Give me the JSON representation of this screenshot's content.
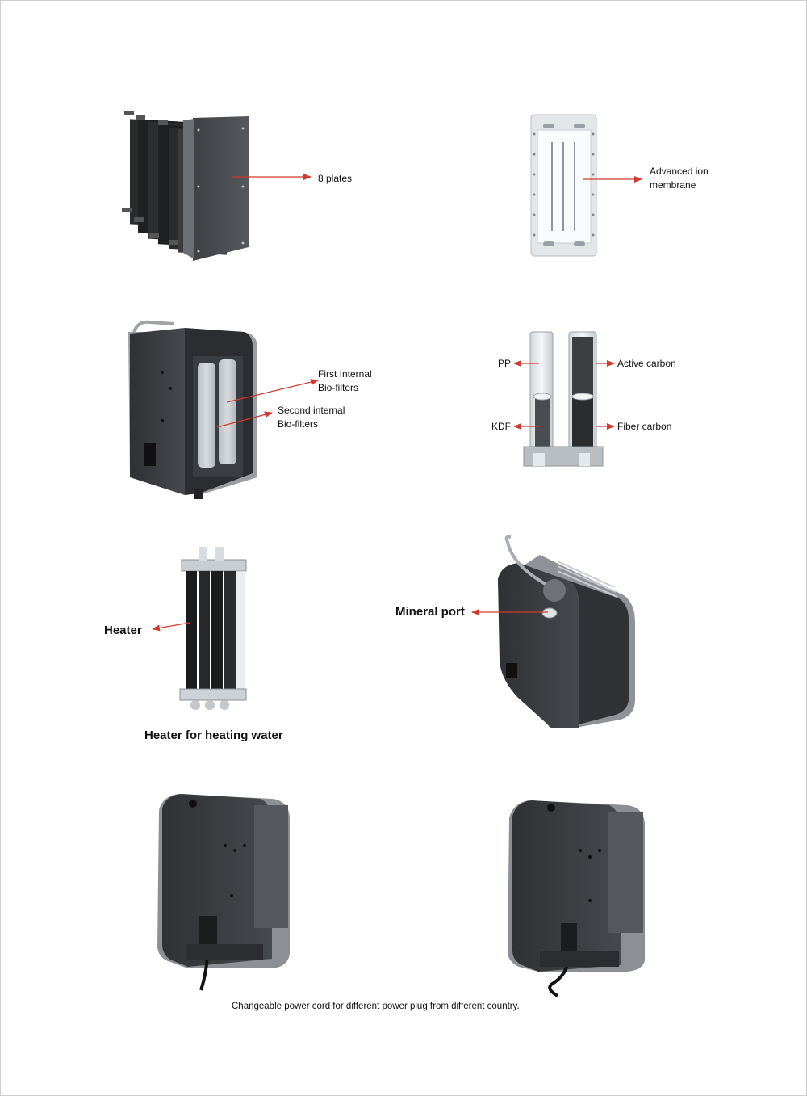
{
  "labels": {
    "plates": "8 plates",
    "membrane_line1": "Advanced ion",
    "membrane_line2": "membrane",
    "first_bio_line1": "First Internal",
    "first_bio_line2": "Bio-filters",
    "second_bio_line1": "Second internal",
    "second_bio_line2": "Bio-filters",
    "pp": "PP",
    "active_carbon": "Active carbon",
    "kdf": "KDF",
    "fiber_carbon": "Fiber carbon",
    "heater": "Heater",
    "heater_caption": "Heater for heating water",
    "mineral_port": "Mineral port",
    "power_cord_caption": "Changeable power cord  for different power plug from different country."
  },
  "colors": {
    "arrow": "#d23a2c",
    "machine_body": "#3b3d40",
    "machine_side": "#8a8d91",
    "plate": "#4a4c50"
  }
}
